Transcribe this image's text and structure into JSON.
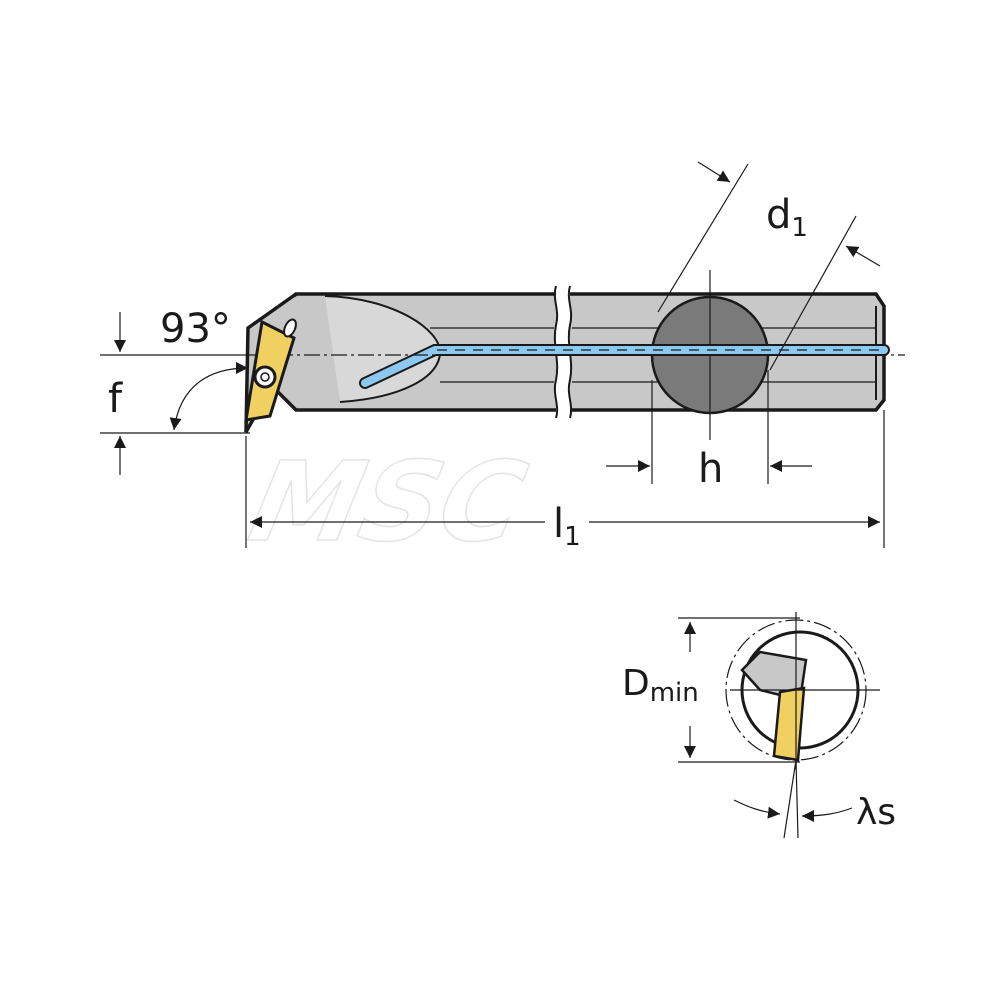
{
  "labels": {
    "angle": "93°",
    "f": "f",
    "d1_main": "d",
    "d1_sub": "1",
    "h": "h",
    "l1_main": "l",
    "l1_sub": "1",
    "dmin_main": "D",
    "dmin_sub": "min",
    "lambda_s": "λs"
  },
  "watermark": "MSC",
  "colors": {
    "body": "#c8c8c8",
    "shank_section": "#7a7a7a",
    "coolant": "#8cc8f0",
    "insert": "#f0d060",
    "line": "#1a1a1a"
  }
}
